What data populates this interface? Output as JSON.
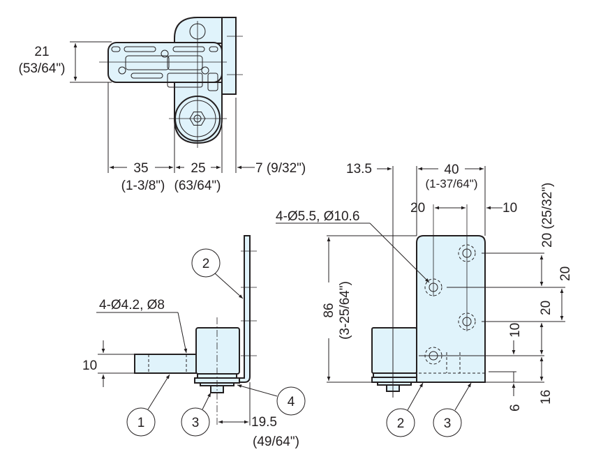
{
  "top_view": {
    "dim_height": "21",
    "dim_height_in": "(53/64\")",
    "dim_a": "35",
    "dim_a_in": "(1-3/8\")",
    "dim_b": "25",
    "dim_b_in": "(63/64\")",
    "dim_c": "7 (9/32\")"
  },
  "side_view": {
    "hole_note": "4-Ø4.2, Ø8",
    "dim_thickness": "10",
    "dim_offset": "19.5",
    "dim_offset_in": "(49/64\")",
    "callouts": [
      "1",
      "2",
      "3",
      "4"
    ]
  },
  "front_view": {
    "hole_note": "4-Ø5.5, Ø10.6",
    "dim_left": "13.5",
    "dim_width": "40",
    "dim_width_in": "(1-37/64\")",
    "dim_hole_x": "20",
    "dim_hole_edge": "10",
    "dim_height": "86",
    "dim_height_in": "(3-25/64\")",
    "dim_top": "20 (25/32\")",
    "dim_pitch_a": "20",
    "dim_pitch_b": "20",
    "dim_bottom_hole": "10",
    "dim_bottom": "16",
    "dim_base": "6",
    "callouts": [
      "2",
      "3"
    ]
  },
  "colors": {
    "part_fill": "#e0f3fb",
    "line": "#231f20"
  }
}
